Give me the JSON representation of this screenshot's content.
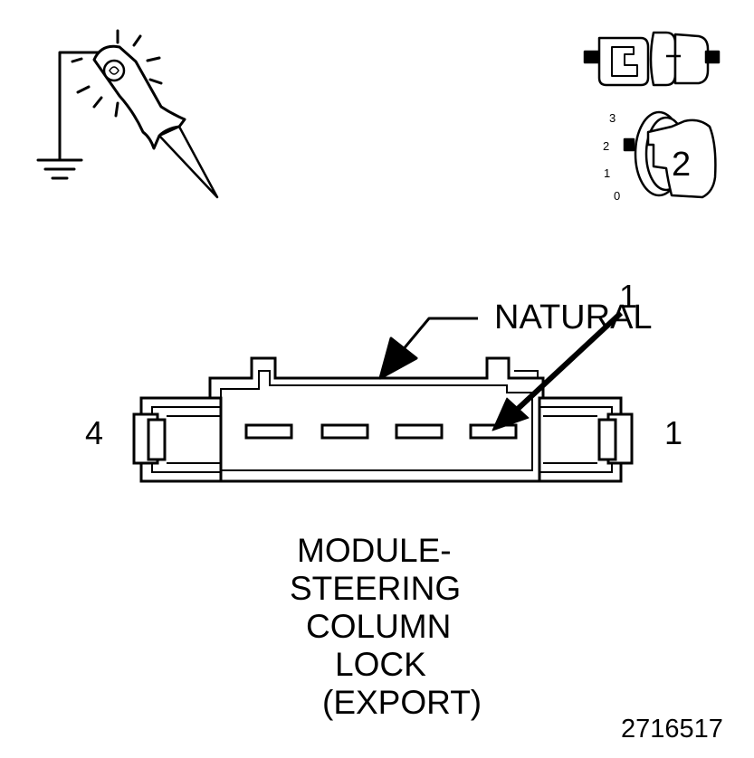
{
  "connector": {
    "color_label": "NATURAL",
    "pin_callout": "1",
    "left_pin_number": "4",
    "right_pin_number": "1"
  },
  "ignition_key": {
    "positions": [
      "3",
      "2",
      "1",
      "0"
    ],
    "key_number": "2"
  },
  "caption": {
    "line1": "MODULE-",
    "line2": "STEERING",
    "line3": "COLUMN",
    "line4": "LOCK",
    "line5": "(EXPORT)"
  },
  "figure_number": "2716517",
  "icons": {
    "test_light": "test-light-icon",
    "ground": "ground-symbol-icon",
    "disconnected_connector": "disconnected-connector-icon",
    "ignition_key": "ignition-key-icon"
  }
}
